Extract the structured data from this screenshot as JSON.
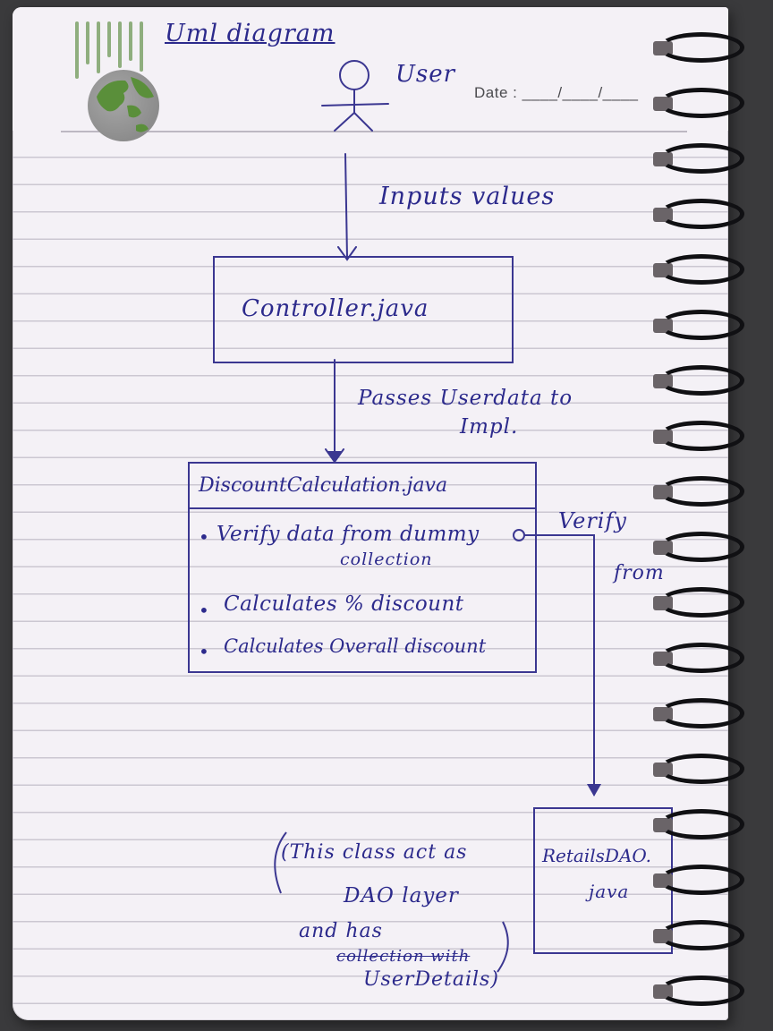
{
  "header": {
    "title": "Uml diagram",
    "date_label": "Date : ____/____/____"
  },
  "diagram": {
    "actor": {
      "label": "User"
    },
    "edges": [
      {
        "label": "Inputs values"
      },
      {
        "label_line1": "Passes Userdata to",
        "label_line2": "Impl."
      },
      {
        "label_line1": "Verify",
        "label_line2": "from"
      }
    ],
    "controller": {
      "label": "Controller.java"
    },
    "discount": {
      "title": "DiscountCalculation.java",
      "items": [
        {
          "bullet": "•",
          "text": "Verify data from dummy",
          "continuation": "collection"
        },
        {
          "bullet": "•",
          "text": "Calculates % discount"
        },
        {
          "bullet": "•",
          "text": "Calculates Overall discount"
        }
      ]
    },
    "retails": {
      "label_line1": "RetailsDAO.",
      "label_line2": "java"
    },
    "note": {
      "line1": "(This class act as",
      "line2": "DAO layer",
      "line3": "and has",
      "line4": "collection with",
      "line5": "UserDetails)"
    }
  },
  "colors": {
    "ink": "#2c2a8c",
    "paper": "#f4f1f6",
    "rule": "#c9c5cf",
    "logo_green": "#5a8f3a"
  },
  "icons": [
    "stick-figure-icon",
    "globe-logo-icon",
    "spiral-binding-icon"
  ]
}
